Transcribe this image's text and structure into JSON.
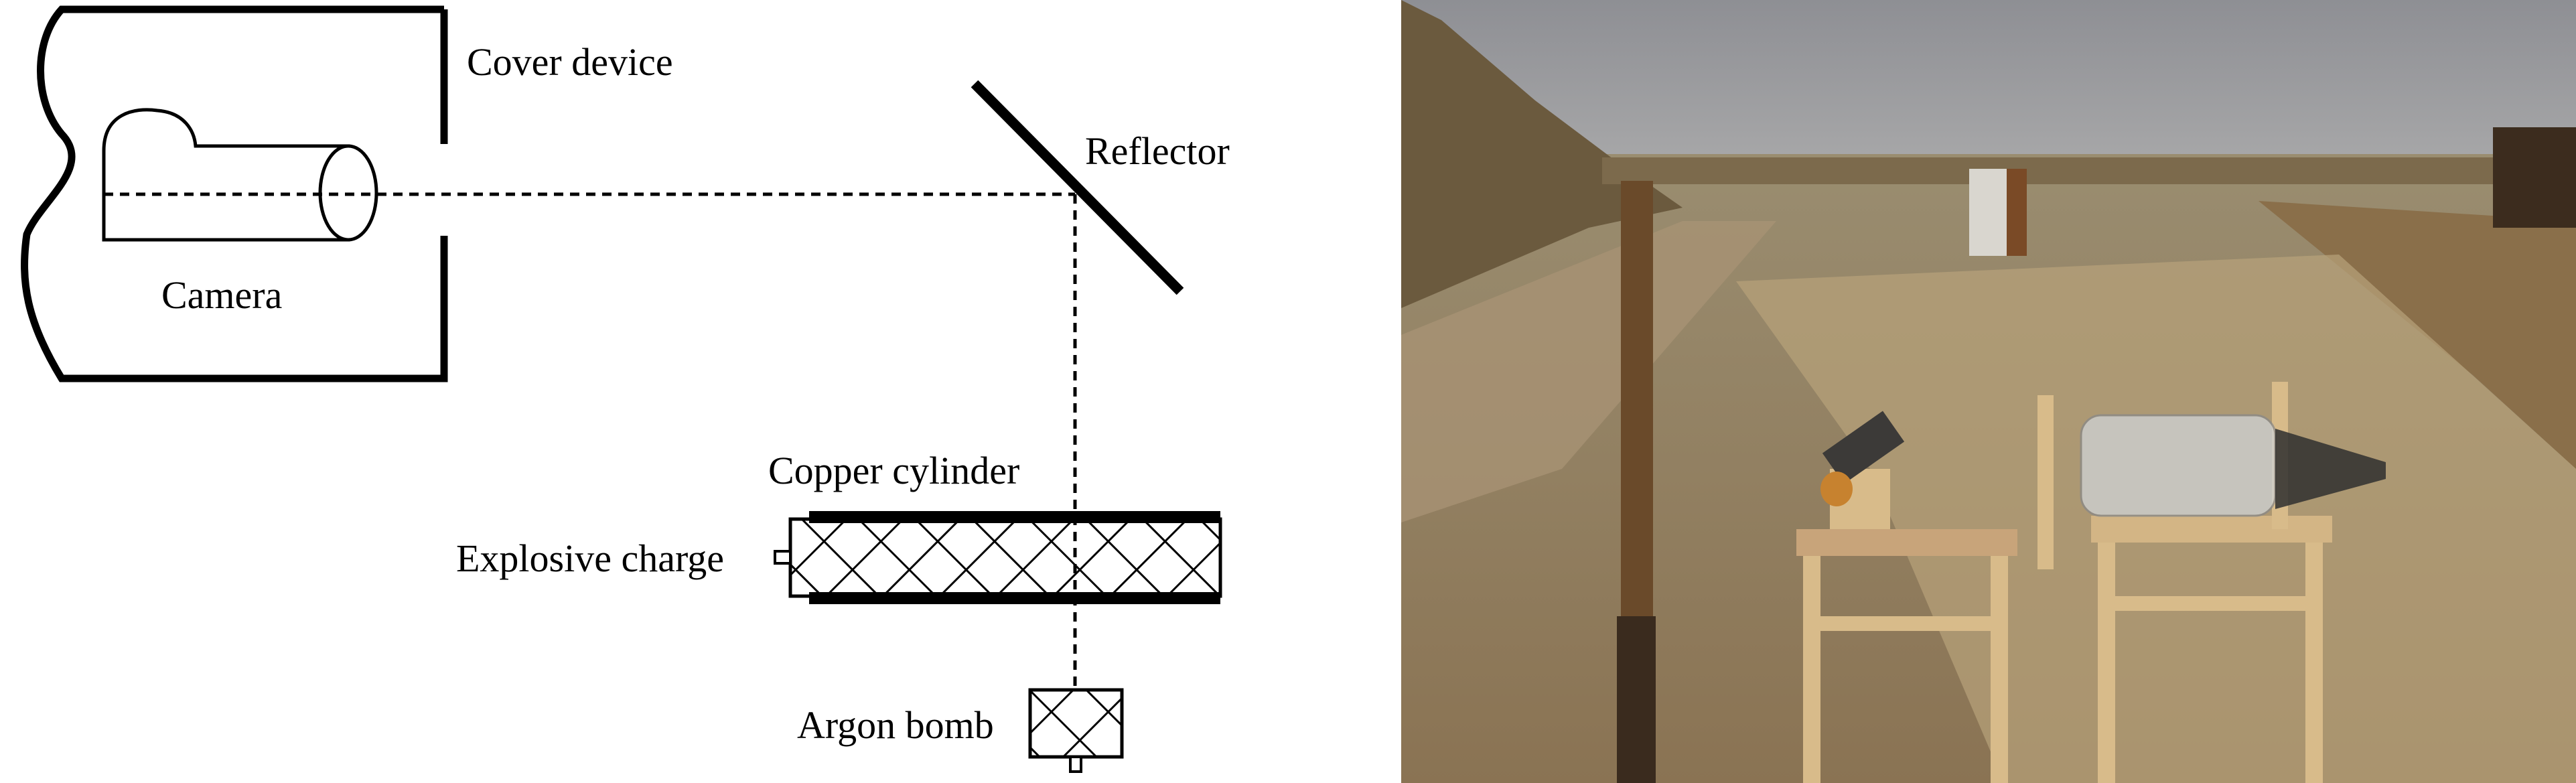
{
  "diagram": {
    "labels": {
      "cover_device": "Cover device",
      "camera": "Camera",
      "reflector": "Reflector",
      "copper_cylinder": "Copper cylinder",
      "explosive_charge": "Explosive charge",
      "argon_bomb": "Argon bomb"
    }
  },
  "photo": {
    "description_icon": "field-experiment-photo"
  },
  "colors": {
    "line": "#000000",
    "sky": "#98999e",
    "ground": "#9e8a68",
    "wood": "#d8bb8a"
  }
}
